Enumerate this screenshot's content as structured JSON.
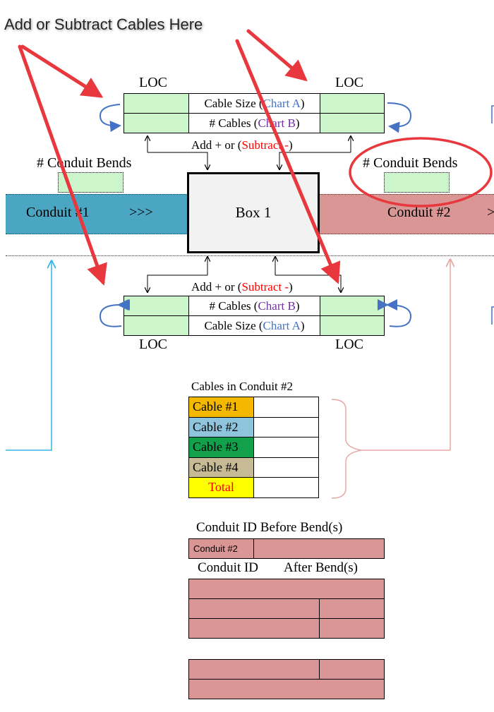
{
  "callout": {
    "text": "Add or Subtract Cables Here"
  },
  "top_block": {
    "loc_left": "LOC",
    "loc_right": "LOC",
    "row1": {
      "prefix": "Cable Size (",
      "link": "Chart A",
      "suffix": ")"
    },
    "row2": {
      "prefix": "# Cables (",
      "link": "Chart B",
      "suffix": ")"
    },
    "add_label": {
      "prefix": "Add + or (",
      "subtract": "Subtract -",
      "suffix": ")"
    }
  },
  "bottom_block": {
    "loc_left": "LOC",
    "loc_right": "LOC",
    "row1": {
      "prefix": "# Cables (",
      "link": "Chart B",
      "suffix": ")"
    },
    "row2": {
      "prefix": "Cable Size (",
      "link": "Chart A",
      "suffix": ")"
    },
    "add_label": {
      "prefix": "Add + or (",
      "subtract": "Subtract -",
      "suffix": ")"
    }
  },
  "conduit_bends_left": "# Conduit Bends",
  "conduit_bends_right": "# Conduit Bends",
  "conduit1": {
    "label": "Conduit #1",
    "arrows": ">>>"
  },
  "box": {
    "label": "Box 1"
  },
  "conduit2": {
    "label": "Conduit #2",
    "arrows": ">"
  },
  "cables_table": {
    "title": "Cables in Conduit #2",
    "rows": [
      {
        "label": "Cable #1",
        "color": "#f5b800"
      },
      {
        "label": "Cable #2",
        "color": "#8ec5dd"
      },
      {
        "label": "Cable #3",
        "color": "#12a04a"
      },
      {
        "label": "Cable #4",
        "color": "#c7bb96"
      },
      {
        "label": "Total",
        "color": "#ffff00"
      }
    ]
  },
  "conduit_before": {
    "title": "Conduit ID Before Bend(s)",
    "cell": "Conduit #2"
  },
  "conduit_after": {
    "title_a": "Conduit ID",
    "title_b": "After Bend(s)"
  },
  "colors": {
    "conduit1_fill": "#4aa6c3",
    "conduit2_fill": "#d99694",
    "cell_green": "#ccf5cc",
    "red_arrow": "#e8383d",
    "blue_link": "#4472c4",
    "purple_link": "#7030a0",
    "subtract_red": "#ff0000"
  }
}
